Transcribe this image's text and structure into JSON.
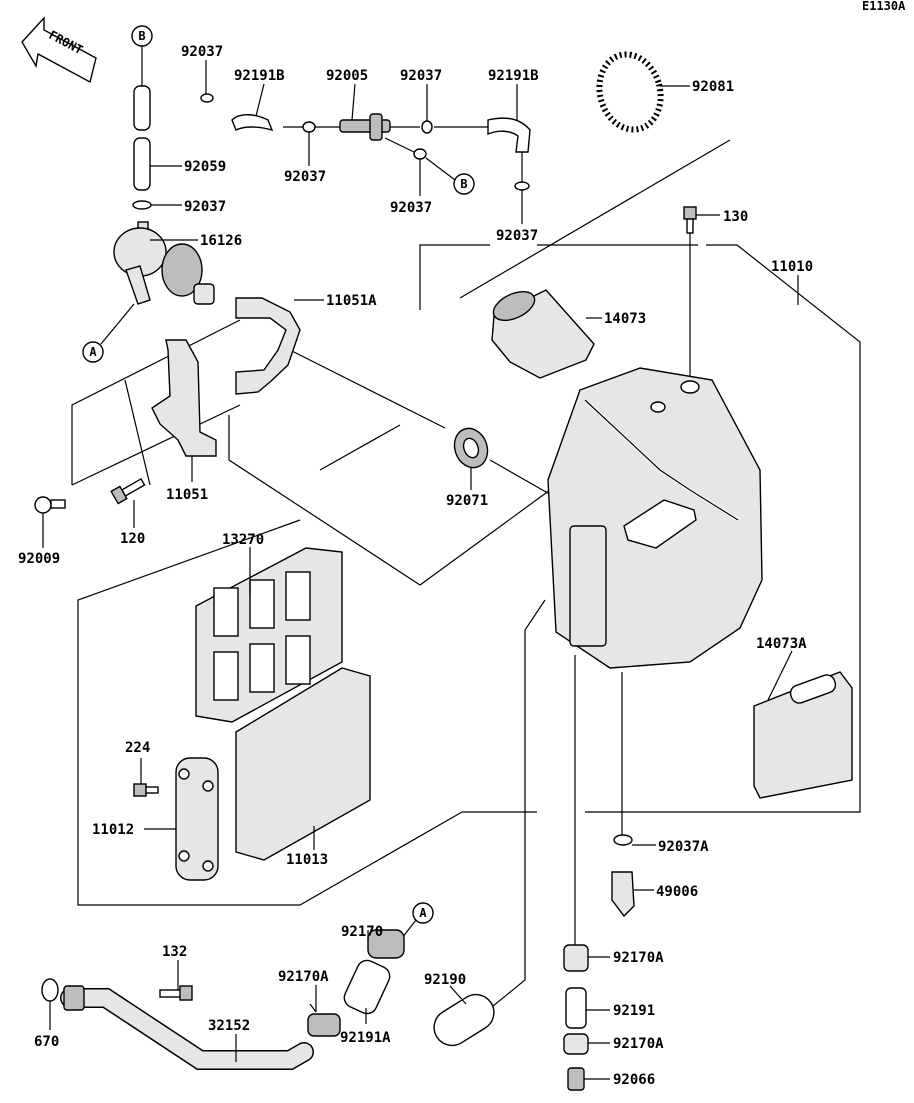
{
  "diagram_code": "E1130A",
  "front_label": "FRONT",
  "refs": {
    "a": "A",
    "b": "B"
  },
  "parts": {
    "p92037_top_left": "92037",
    "p92191B_left": "92191B",
    "p92005": "92005",
    "p92037_top_mid": "92037",
    "p92191B_right": "92191B",
    "p92081": "92081",
    "p92059": "92059",
    "p92037_mid_left": "92037",
    "p92037_under_hose": "92037",
    "p92037_near_b": "92037",
    "p92037_right": "92037",
    "p16126": "16126",
    "p130": "130",
    "p11010": "11010",
    "p11051A": "11051A",
    "p14073": "14073",
    "p11051": "11051",
    "p92071": "92071",
    "p92009": "92009",
    "p120": "120",
    "p13270": "13270",
    "p14073A": "14073A",
    "p224": "224",
    "p11012": "11012",
    "p11013": "11013",
    "p92037A": "92037A",
    "p49006": "49006",
    "p92170": "92170",
    "p92170A_right_top": "92170A",
    "p132": "132",
    "p92170A_left": "92170A",
    "p92190": "92190",
    "p92191": "92191",
    "p670": "670",
    "p32152": "32152",
    "p92191A": "92191A",
    "p92170A_right_bottom": "92170A",
    "p92066": "92066"
  }
}
